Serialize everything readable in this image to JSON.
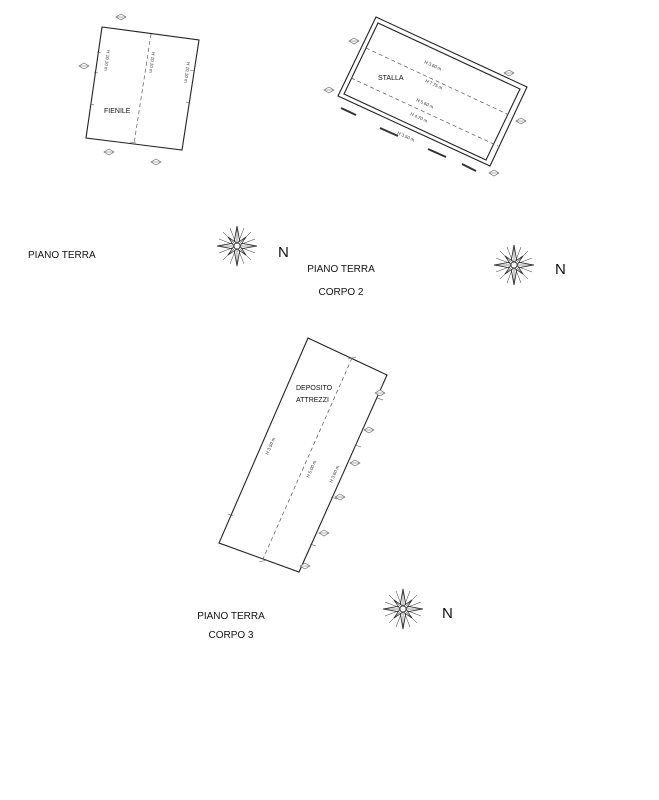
{
  "plans": [
    {
      "id": "fienile",
      "room_label": "FIENILE",
      "dimensions": [
        "H 10.10 m",
        "H 10.10 m",
        "H 10.10 m"
      ]
    },
    {
      "id": "stalla",
      "room_label": "STALLA",
      "dimensions": [
        "H 3.60 m",
        "H 7.75 m",
        "H 5.60 m",
        "H 4.70 m",
        "H 3.50 m"
      ]
    },
    {
      "id": "deposito",
      "room_label_lines": [
        "DEPOSITO",
        "ATTREZZI"
      ],
      "dimensions": [
        "H 3.50 m",
        "H 5.00 m",
        "H 3.60 m"
      ]
    }
  ],
  "captions": {
    "corpo1": {
      "line1": "PIANO TERRA"
    },
    "corpo2": {
      "line1": "PIANO TERRA",
      "line2": "CORPO 2"
    },
    "corpo3": {
      "line1": "PIANO TERRA",
      "line2": "CORPO 3"
    }
  },
  "north_label": "N",
  "icons": {
    "compass": "compass-rose-icon",
    "door_swing": "door-swing-icon"
  }
}
